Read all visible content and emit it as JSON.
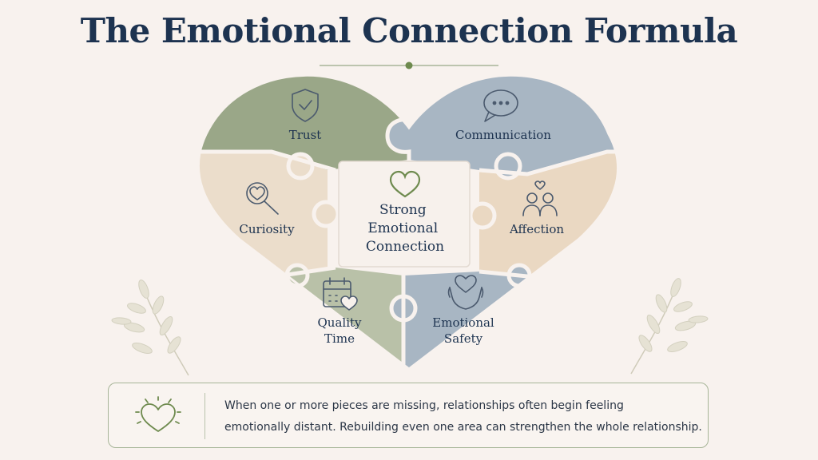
{
  "title": "The Emotional Connection Formula",
  "center": {
    "label_lines": [
      "Strong",
      "Emotional",
      "Connection"
    ],
    "icon": "heart-outline-icon"
  },
  "pieces": [
    {
      "lines": [
        "Trust"
      ],
      "icon": "shield-check-icon",
      "color": "#9aa788"
    },
    {
      "lines": [
        "Communication"
      ],
      "icon": "speech-bubble-icon",
      "color": "#a8b6c3"
    },
    {
      "lines": [
        "Curiosity"
      ],
      "icon": "magnifier-heart-icon",
      "color": "#ebddcb"
    },
    {
      "lines": [
        "Affection"
      ],
      "icon": "couple-hearts-icon",
      "color": "#ead8c2"
    },
    {
      "lines": [
        "Quality",
        "Time"
      ],
      "icon": "calendar-heart-icon",
      "color": "#b9c1a8"
    },
    {
      "lines": [
        "Emotional",
        "Safety"
      ],
      "icon": "hands-heart-icon",
      "color": "#a8b6c3"
    }
  ],
  "callout": {
    "icon": "glowing-heart-icon",
    "line1": "When one or more pieces are missing, relationships often begin feeling",
    "line2": "emotionally distant. Rebuilding even one area can strengthen the whole relationship."
  },
  "colors": {
    "title": "#1d3350",
    "sage": "#9aa788",
    "blue": "#a8b6c3",
    "beige": "#ebddcb",
    "accent_green": "#6e8a4e"
  }
}
